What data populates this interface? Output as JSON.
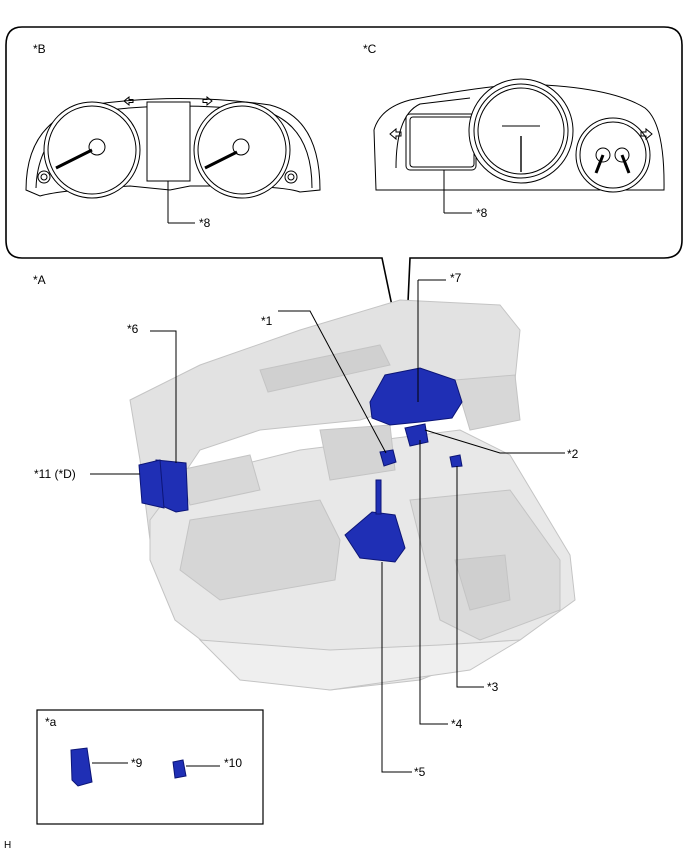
{
  "inset_top": {
    "cluster_b_label": "*B",
    "cluster_c_label": "*C",
    "callout_b_display": "*8",
    "callout_c_display": "*8"
  },
  "main": {
    "view_label": "*A",
    "callouts": {
      "c1": "*1",
      "c2": "*2",
      "c3": "*3",
      "c4": "*4",
      "c5": "*5",
      "c6": "*6",
      "c7": "*7",
      "c11": "*11 (*D)"
    }
  },
  "inset_bottom": {
    "label": "*a",
    "callout_9": "*9",
    "callout_10": "*10"
  },
  "footer_code": "H",
  "colors": {
    "component_blue": "#1f2fb5",
    "component_blue_dark": "#0c1577",
    "interior_gray": "#d9d9d9",
    "line": "#000000"
  }
}
